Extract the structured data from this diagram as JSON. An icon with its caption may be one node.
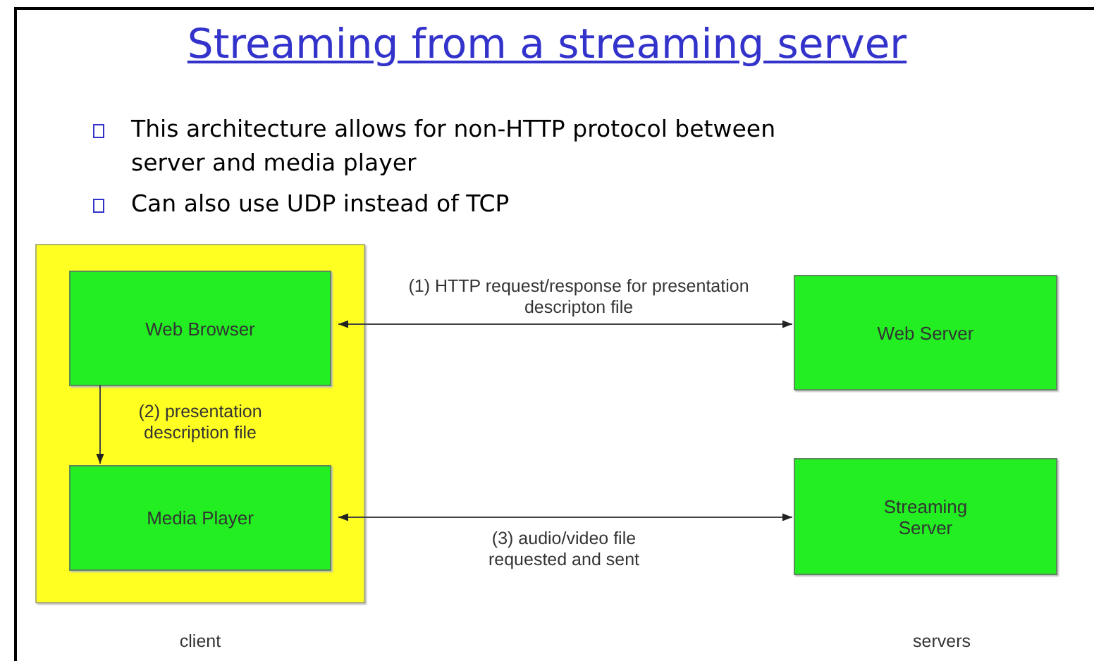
{
  "diagram": {
    "title": "Streaming from a streaming server",
    "nodes": [
      {
        "text": [],
        "shape": "box",
        "beside": [
          "client"
        ]
      },
      {
        "text": [
          "Web Browser"
        ],
        "in": 0
      },
      {
        "text": [
          "Media Player"
        ],
        "in": 0
      },
      {
        "text": [
          "Web Server"
        ]
      },
      {
        "text": [
          "Streaming Server"
        ]
      }
    ],
    "edges": [
      {
        "from": 1,
        "to": 3,
        "arrow": "both",
        "label": "(1) HTTP request/response for presentation descripton file"
      },
      {
        "from": 1,
        "to": 2,
        "arrow": "to",
        "label": "(2) presentation description file"
      },
      {
        "from": 2,
        "to": 4,
        "arrow": "both",
        "label": "(3) audio/video file requested and sent"
      }
    ],
    "labels": [
      "This architecture allows for non-HTTP protocol between server and media player",
      "Can also use UDP instead of TCP",
      "servers"
    ]
  }
}
